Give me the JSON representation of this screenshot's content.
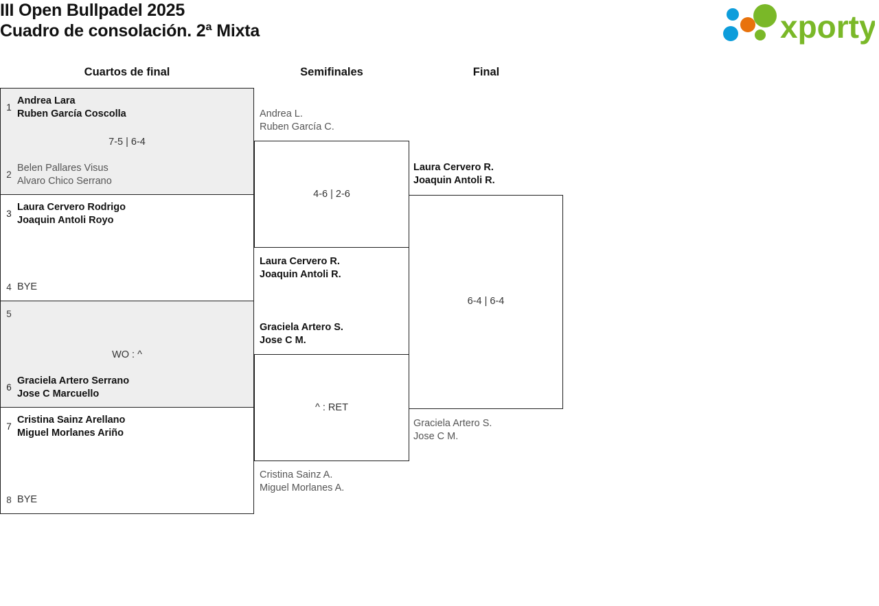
{
  "header": {
    "title_line1": "III Open Bullpadel 2025",
    "title_line2": "Cuadro de consolación. 2ª Mixta",
    "logo_text": "xporty",
    "logo_colors": {
      "green": "#7ab828",
      "blue": "#0d9ddb",
      "orange": "#e8720c"
    }
  },
  "rounds": [
    {
      "label": "Cuartos de final"
    },
    {
      "label": "Semifinales"
    },
    {
      "label": "Final"
    }
  ],
  "bracket": {
    "quarterfinals": [
      {
        "top": {
          "seed": "1",
          "p1": "Andrea Lara",
          "p2": "Ruben García Coscolla",
          "result": "winner"
        },
        "bottom": {
          "seed": "2",
          "p1": "Belen Pallares Visus",
          "p2": "Alvaro Chico Serrano",
          "result": "loser"
        },
        "score": "7-5 | 6-4",
        "shaded": true
      },
      {
        "top": {
          "seed": "3",
          "p1": "Laura Cervero Rodrigo",
          "p2": "Joaquin Antoli Royo",
          "result": "winner"
        },
        "bottom": {
          "seed": "4",
          "p1": "BYE",
          "p2": "",
          "result": "bye"
        },
        "score": "",
        "shaded": false
      },
      {
        "top": {
          "seed": "5",
          "p1": "",
          "p2": "",
          "result": "loser"
        },
        "bottom": {
          "seed": "6",
          "p1": "Graciela Artero Serrano",
          "p2": "Jose C Marcuello",
          "result": "winner"
        },
        "score": "WO : ^",
        "shaded": true
      },
      {
        "top": {
          "seed": "7",
          "p1": "Cristina Sainz Arellano",
          "p2": "Miguel Morlanes Ariño",
          "result": "winner"
        },
        "bottom": {
          "seed": "8",
          "p1": "BYE",
          "p2": "",
          "result": "bye"
        },
        "score": "",
        "shaded": false
      }
    ],
    "semifinals": [
      {
        "top": {
          "p1": "Andrea L.",
          "p2": "Ruben García C.",
          "result": "loser"
        },
        "bottom": {
          "p1": "Laura Cervero R.",
          "p2": "Joaquin Antoli R.",
          "result": "winner"
        },
        "score": "4-6 | 2-6"
      },
      {
        "top": {
          "p1": "Graciela Artero S.",
          "p2": "Jose C M.",
          "result": "winner"
        },
        "bottom": {
          "p1": "Cristina Sainz A.",
          "p2": "Miguel Morlanes A.",
          "result": "loser"
        },
        "score": "^ : RET"
      }
    ],
    "final": {
      "top": {
        "p1": "Laura Cervero R.",
        "p2": "Joaquin Antoli R.",
        "result": "winner"
      },
      "bottom": {
        "p1": "Graciela Artero S.",
        "p2": "Jose C M.",
        "result": "loser"
      },
      "score": "6-4 | 6-4"
    }
  }
}
